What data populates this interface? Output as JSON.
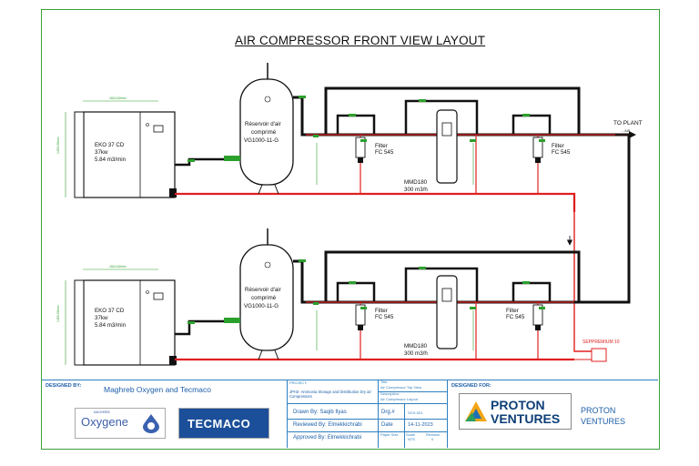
{
  "title": "AIR COMPRESSOR FRONT VIEW LAYOUT",
  "outlet_label": "TO PLANT",
  "outlet_small": "→ AIR",
  "compressors": [
    {
      "model": "EKO 37 CD",
      "power": "37kw",
      "flow": "5.84 m3/min",
      "dim_w": "1624.62mm",
      "dim_h": "1450.00mm"
    },
    {
      "model": "EKO 37 CD",
      "power": "37kw",
      "flow": "5.84 m3/min",
      "dim_w": "1624.62mm",
      "dim_h": "1450.00mm"
    }
  ],
  "tanks": [
    {
      "line1": "Réservoir d'air",
      "line2": "comprimé",
      "line3": "VG1000-11-G"
    },
    {
      "line1": "Réservoir d'air",
      "line2": "comprimé",
      "line3": "VG1000-11-G"
    }
  ],
  "filters": [
    {
      "name": "Filter",
      "model": "FC 545"
    },
    {
      "name": "Filter",
      "model": "FC 545"
    },
    {
      "name": "Filter",
      "model": "FC 545"
    },
    {
      "name": "Filter",
      "model": "FC 545"
    }
  ],
  "dryers": [
    {
      "model": "MMD180",
      "flow": "300 m3/h"
    },
    {
      "model": "MMD180",
      "flow": "300 m3/h"
    }
  ],
  "separator_label": "SEPPREMIUM 10",
  "title_block": {
    "designed_by_label": "DESIGNED BY:",
    "designed_by": "Maghreb Oxygen and Tecmaco",
    "logo_oxygene": "Oxygene",
    "logo_oxygene_small": "MAGHREB",
    "logo_tecmaco": "TECMACO",
    "project_label": "PROJECT:",
    "project": "JPH2- Ammonia Storage and Distribution Dry air Compressors",
    "title_label": "Title:",
    "title_value": "Air Compressor Top View",
    "description_label": "Description:",
    "description_value": "Air Compressor Layout",
    "drawn": "Drawn By: Saqib Ilyas",
    "reviewed": "Reviewed By: Elmekkichrabi",
    "approved": "Approved By: Elmekkichrabi",
    "drg_label": "Drg.#",
    "drg_value": "SCH-001",
    "date_label": "Date",
    "date_value": "14-11-2023",
    "paper_label": "Paper Size",
    "scale_label": "Scale",
    "scale_value": "NTS",
    "revision_label": "Revision",
    "revision_value": "0",
    "designed_for_label": "DESIGNED FOR:",
    "client_logo_line1": "PROTON",
    "client_logo_line2": "VENTURES",
    "client_name_line1": "PROTON",
    "client_name_line2": "VENTURES"
  }
}
